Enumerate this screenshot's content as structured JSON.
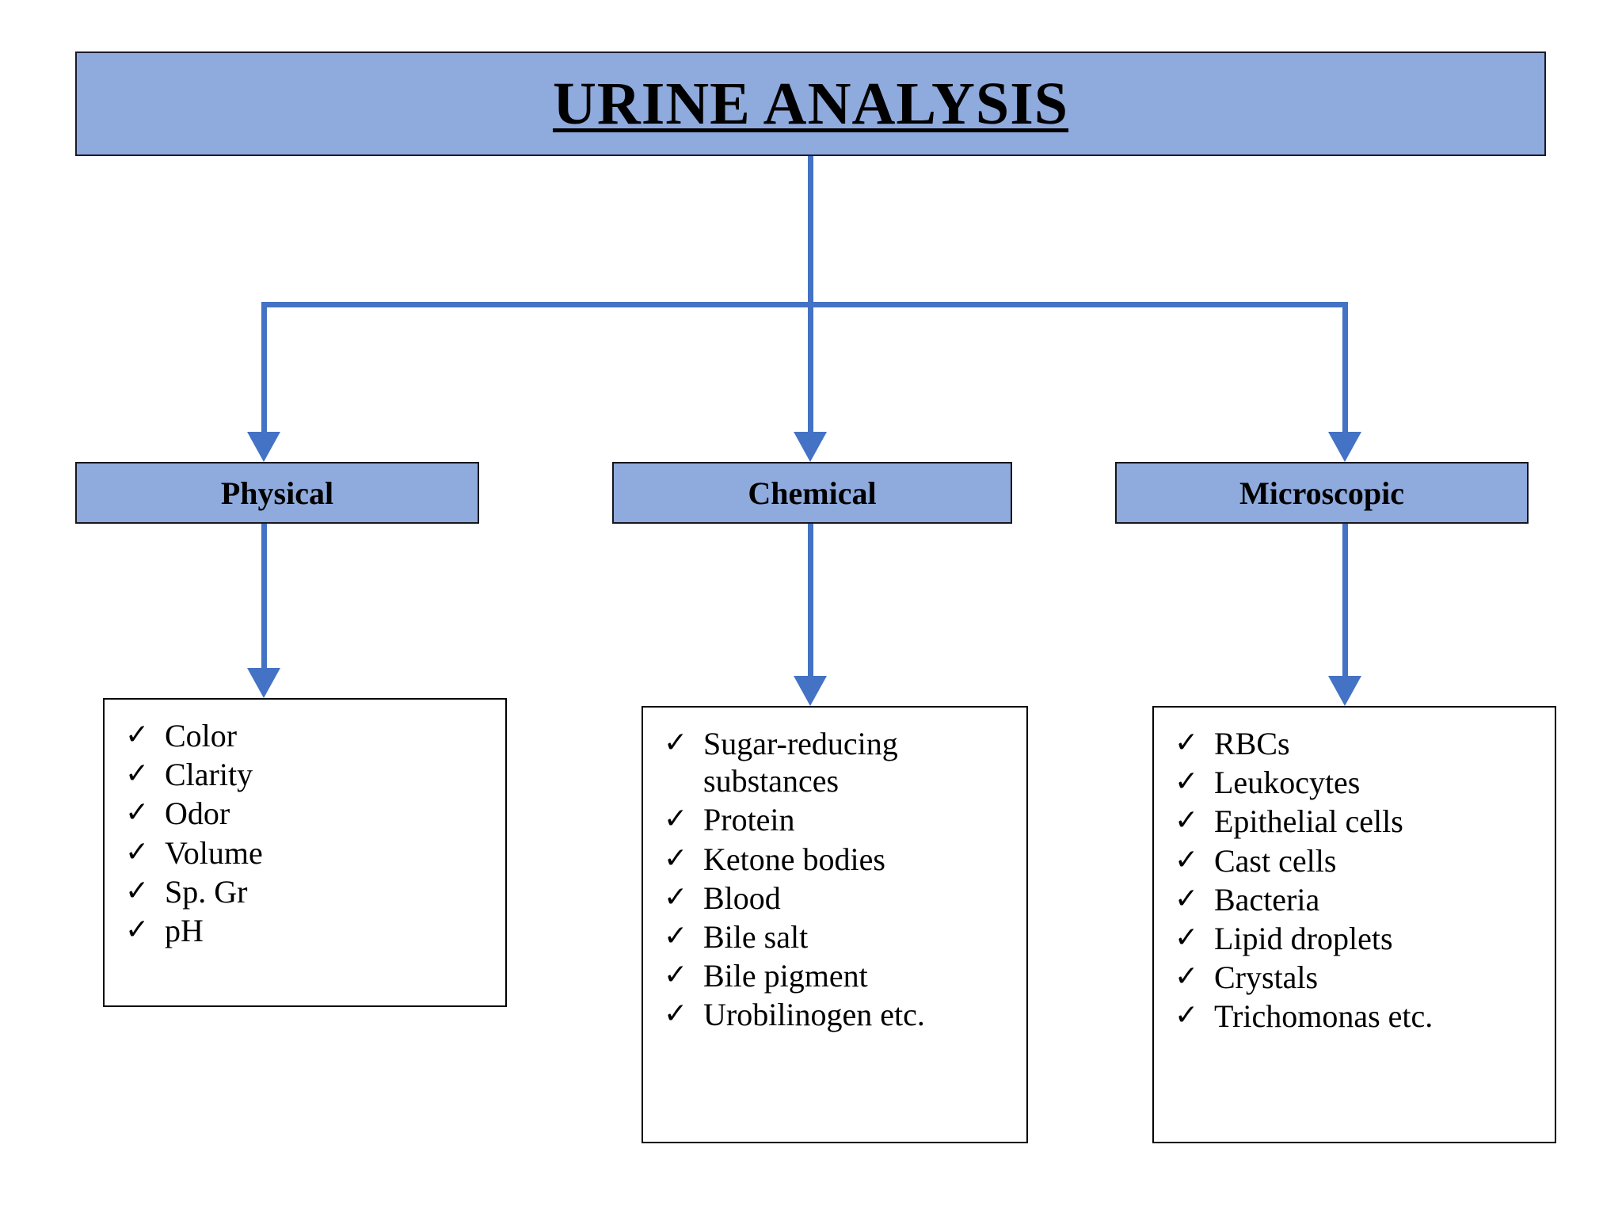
{
  "title": {
    "text": "URINE ANALYSIS"
  },
  "colors": {
    "box_fill": "#8FAADC",
    "box_border": "#16161d",
    "connector": "#4472C4",
    "list_border": "#000000",
    "text": "#000000",
    "background": "#FFFFFF"
  },
  "bullet_glyph": "✓",
  "branches": [
    {
      "label": "Physical",
      "items": [
        "Color",
        "Clarity",
        "Odor",
        "Volume",
        "Sp. Gr",
        "pH"
      ]
    },
    {
      "label": "Chemical",
      "items": [
        "Sugar-reducing substances",
        "Protein",
        "Ketone bodies",
        "Blood",
        "Bile salt",
        "Bile pigment",
        "Urobilinogen etc."
      ]
    },
    {
      "label": "Microscopic",
      "items": [
        "RBCs",
        "Leukocytes",
        "Epithelial cells",
        "Cast cells",
        "Bacteria",
        "Lipid droplets",
        "Crystals",
        "Trichomonas etc."
      ]
    }
  ]
}
